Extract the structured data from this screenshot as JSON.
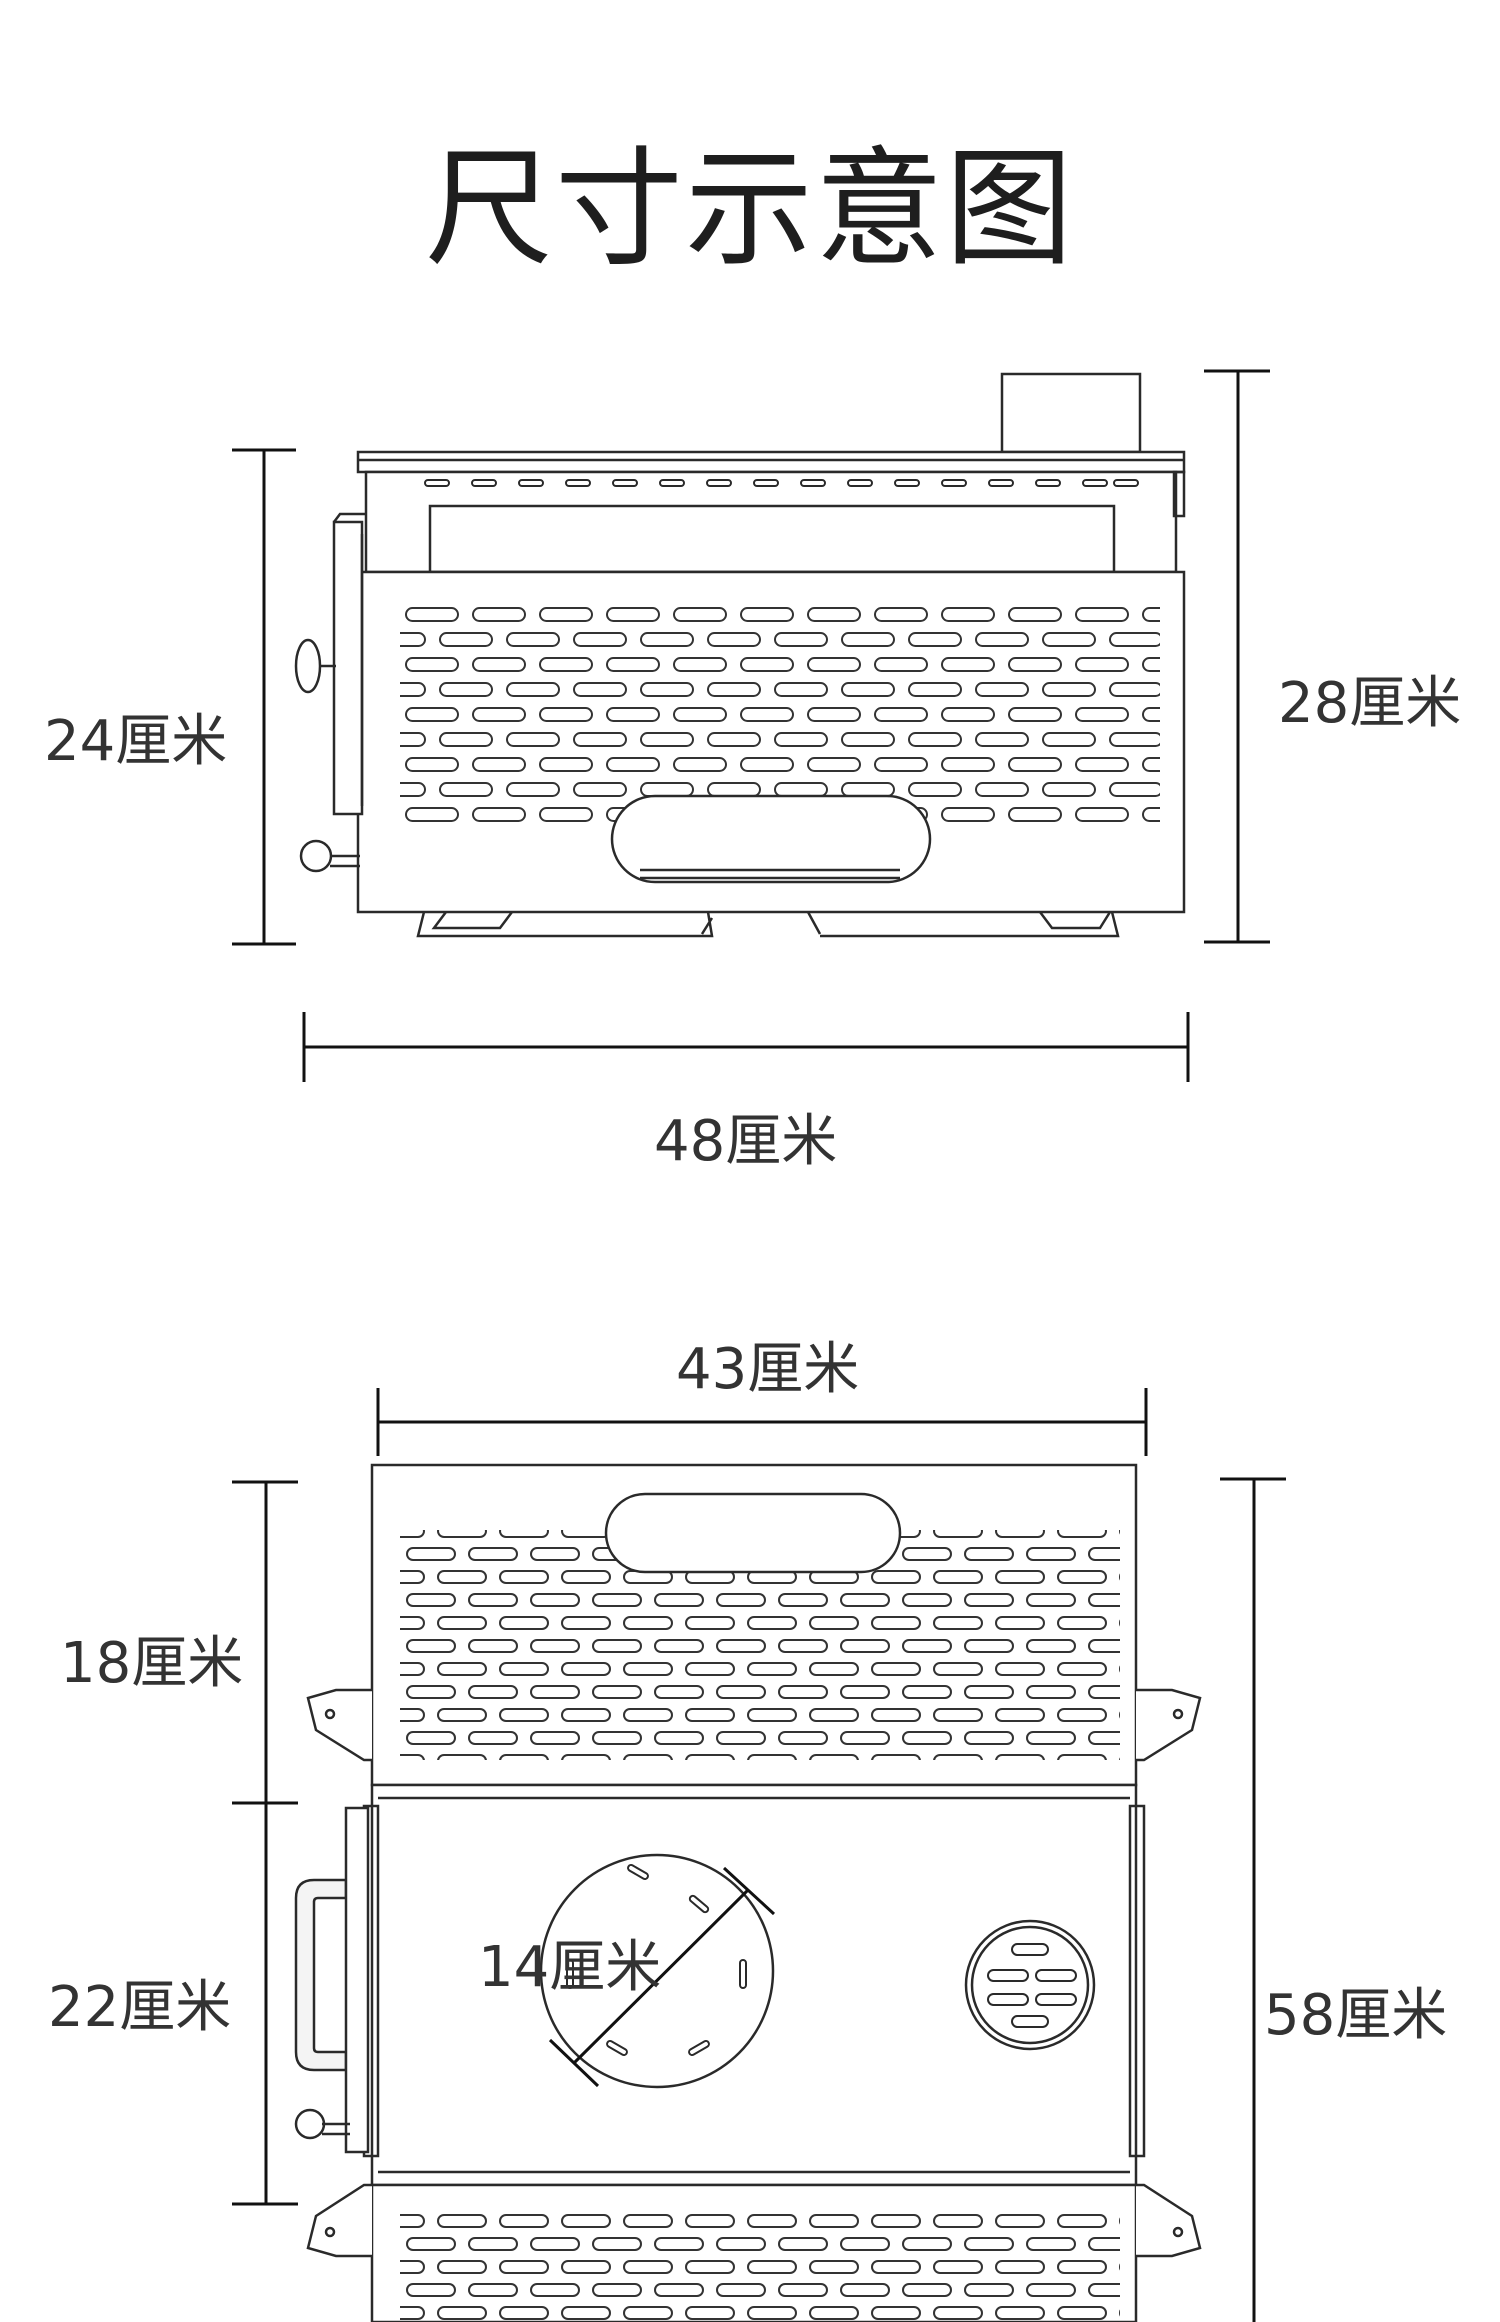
{
  "title": "尺寸示意图",
  "side_view": {
    "height_left": "24厘米",
    "height_right": "28厘米",
    "width": "48厘米"
  },
  "top_view": {
    "width": "43厘米",
    "upper_depth": "18厘米",
    "middle_depth": "22厘米",
    "total_depth": "58厘米",
    "hole_diameter": "14厘米"
  },
  "colors": {
    "line": "#2a2a2a",
    "dimension_line": "#111111",
    "fill": "#ffffff"
  }
}
